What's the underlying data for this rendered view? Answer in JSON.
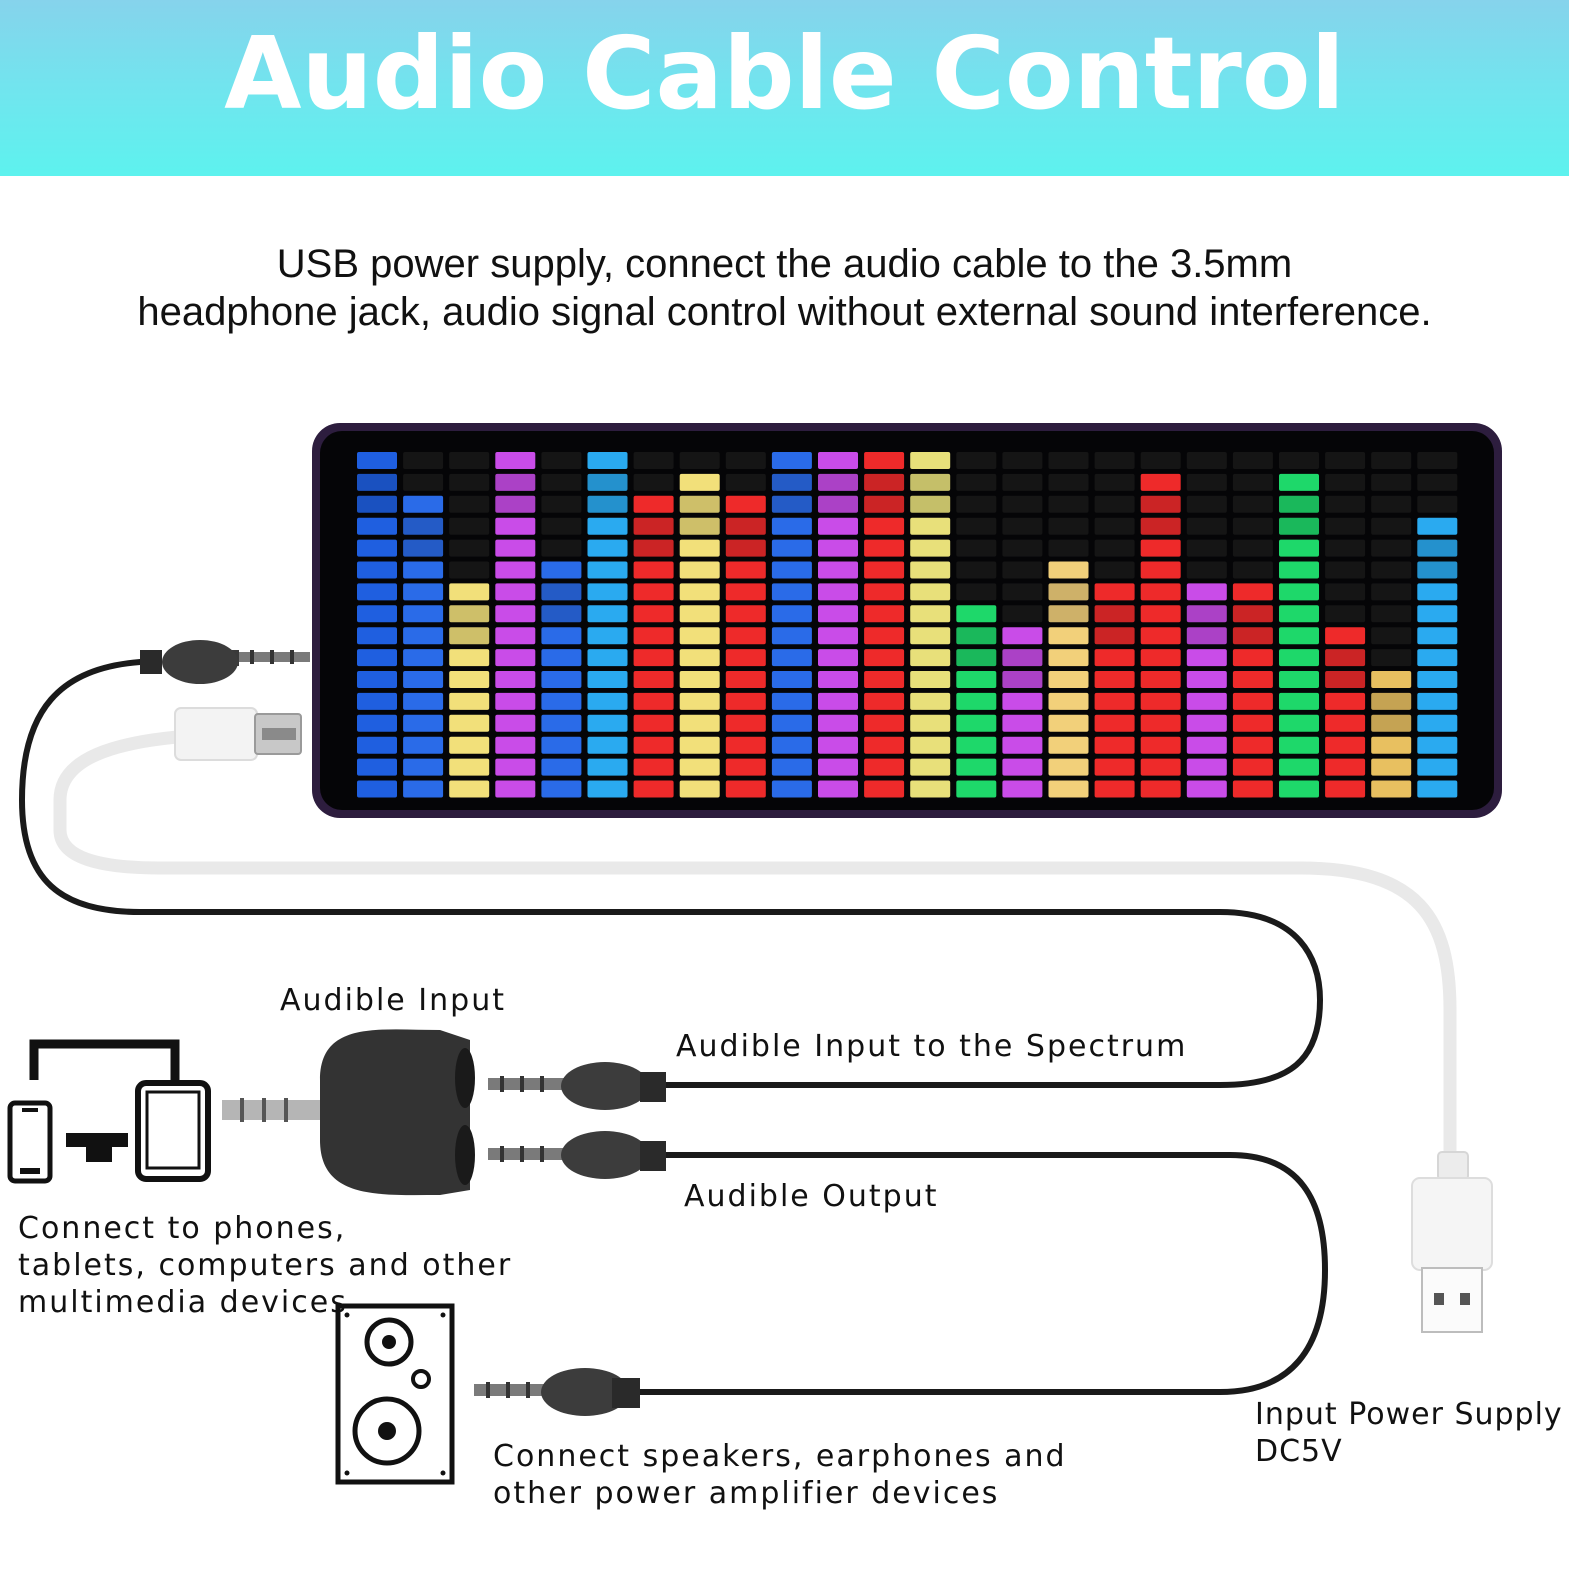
{
  "header": {
    "title": "Audio Cable Control"
  },
  "description": {
    "line1": "USB power supply, connect the audio cable to the 3.5mm",
    "line2": "headphone jack, audio signal control without external sound interference."
  },
  "labels": {
    "audible_input": "Audible Input",
    "audible_input_to_spectrum": "Audible Input to the Spectrum",
    "audible_output": "Audible Output",
    "connect_devices": [
      "Connect to phones,",
      "tablets, computers and other",
      "multimedia devices"
    ],
    "connect_speakers": [
      "Connect speakers, earphones and",
      "other power amplifier devices"
    ],
    "input_power_supply": [
      "Input Power Supply",
      "DC5V"
    ]
  },
  "spectrum": {
    "columns": 24,
    "rows": 16,
    "levels": [
      15,
      13,
      9,
      15,
      10,
      15,
      13,
      14,
      13,
      15,
      15,
      15,
      15,
      8,
      7,
      10,
      9,
      14,
      9,
      9,
      14,
      7,
      5,
      12
    ],
    "colors": [
      "#1f5fe0",
      "#2a6be8",
      "#f2e07a",
      "#c94ce8",
      "#2a6be8",
      "#2aaaf0",
      "#ee2a2a",
      "#f2e07a",
      "#ee2a2a",
      "#2a6be8",
      "#c94ce8",
      "#ee2a2a",
      "#e8e07a",
      "#1ed86a",
      "#c94ce8",
      "#f2d07a",
      "#ee2a2a",
      "#ee2a2a",
      "#c94ce8",
      "#ee2a2a",
      "#1ed86a",
      "#ee2a2a",
      "#e8c060",
      "#2aaaf0"
    ]
  },
  "icons": [
    "phone-icon",
    "monitor-icon",
    "tablet-icon",
    "splitter-icon",
    "speaker-icon",
    "audio-jack-icon",
    "usb-plug-icon",
    "micro-usb-plug-icon"
  ]
}
